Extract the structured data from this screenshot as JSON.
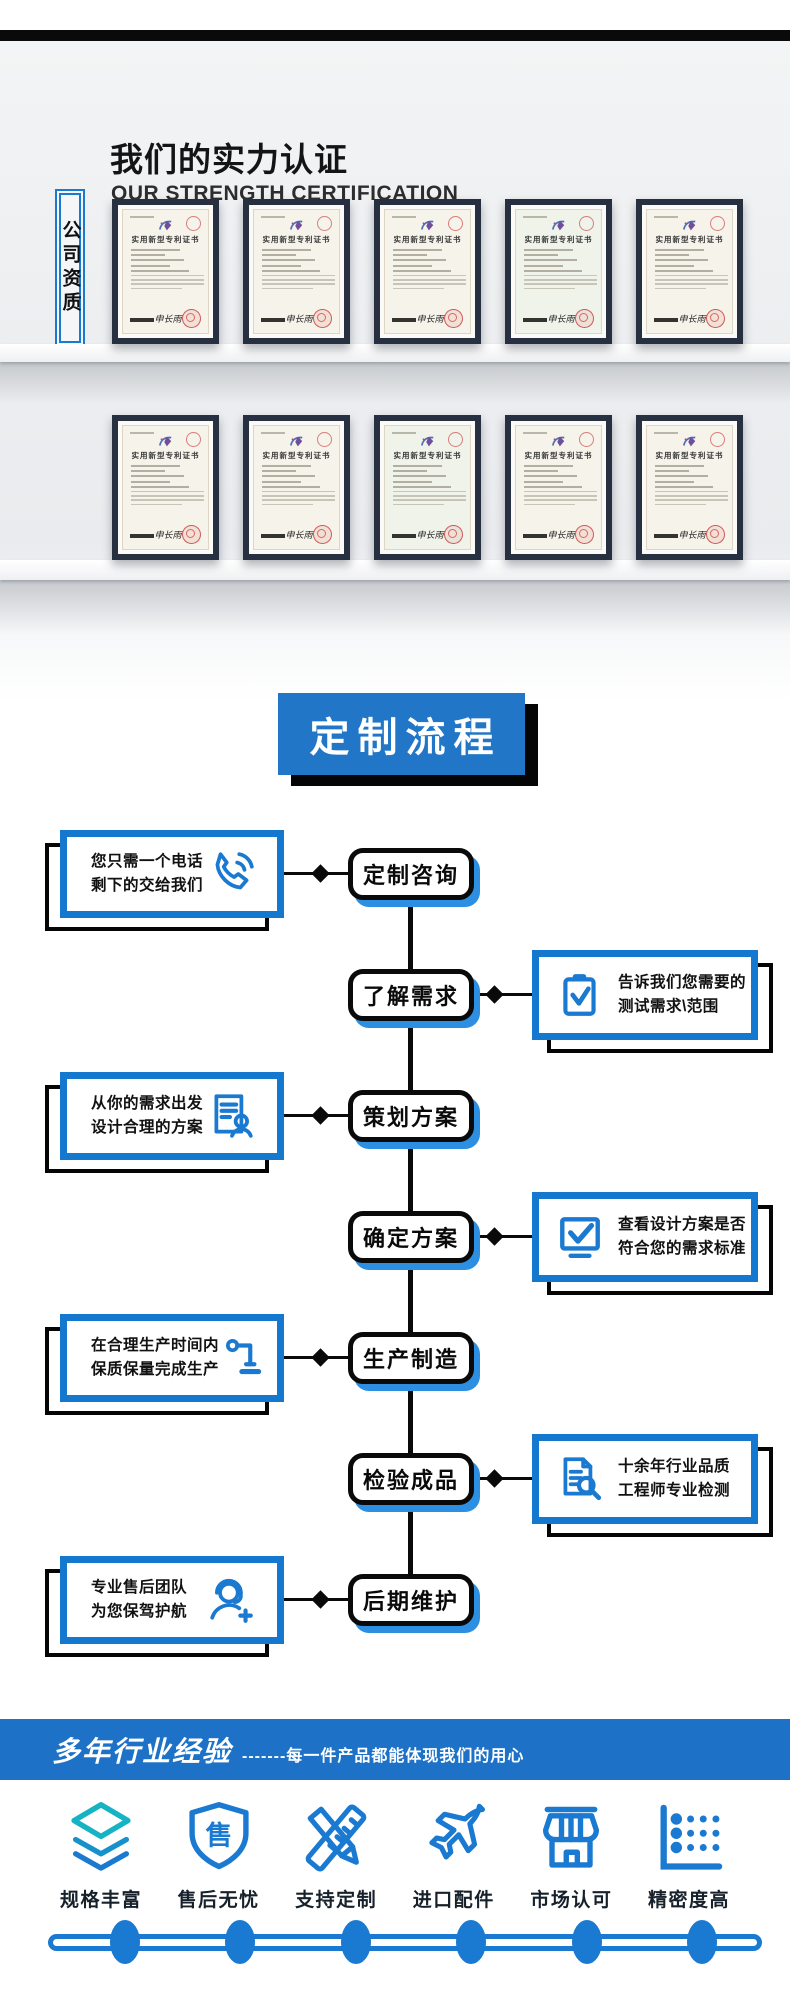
{
  "colors": {
    "accent_blue": "#1a79d0",
    "title_box_blue": "#2176c7",
    "node_shadow_blue": "#2d8fe2",
    "banner_blue": "#1d71c6",
    "teal": "#16b3c4",
    "black": "#0a0a0a",
    "seal_red": "#c63737"
  },
  "certification": {
    "tab": "公司资质",
    "title": "我们的实力认证",
    "subtitle": "OUR STRENGTH CERTIFICATION",
    "cert_title": "实用新型专利证书",
    "signature": "申长雨",
    "rows": 2,
    "per_row": 5
  },
  "process": {
    "title": "定制流程",
    "steps": [
      {
        "node": "定制咨询",
        "side": "left",
        "line1": "您只需一个电话",
        "line2": "剩下的交给我们",
        "icon": "phone-icon"
      },
      {
        "node": "了解需求",
        "side": "right",
        "line1": "告诉我们您需要的",
        "line2": "测试需求\\范围",
        "icon": "clipboard-check-icon"
      },
      {
        "node": "策划方案",
        "side": "left",
        "line1": "从你的需求出发",
        "line2": "设计合理的方案",
        "icon": "document-person-icon"
      },
      {
        "node": "确定方案",
        "side": "right",
        "line1": "查看设计方案是否",
        "line2": "符合您的需求标准",
        "icon": "checkbox-check-icon"
      },
      {
        "node": "生产制造",
        "side": "left",
        "line1": "在合理生产时间内",
        "line2": "保质保量完成生产",
        "icon": "robot-arm-icon"
      },
      {
        "node": "检验成品",
        "side": "right",
        "line1": "十余年行业品质",
        "line2": "工程师专业检测",
        "icon": "document-search-icon"
      },
      {
        "node": "后期维护",
        "side": "left",
        "line1": "专业售后团队",
        "line2": "为您保驾护航",
        "icon": "support-agent-icon"
      }
    ]
  },
  "experience": {
    "title": "多年行业经验",
    "subtitle": "-------每一件产品都能体现我们的用心",
    "features": [
      {
        "label": "规格丰富",
        "icon": "layers-icon"
      },
      {
        "label": "售后无忧",
        "icon": "shield-icon",
        "icon_char": "售"
      },
      {
        "label": "支持定制",
        "icon": "ruler-pencil-icon"
      },
      {
        "label": "进口配件",
        "icon": "airplane-icon"
      },
      {
        "label": "市场认可",
        "icon": "storefront-icon"
      },
      {
        "label": "精密度高",
        "icon": "precision-chart-icon"
      }
    ]
  }
}
